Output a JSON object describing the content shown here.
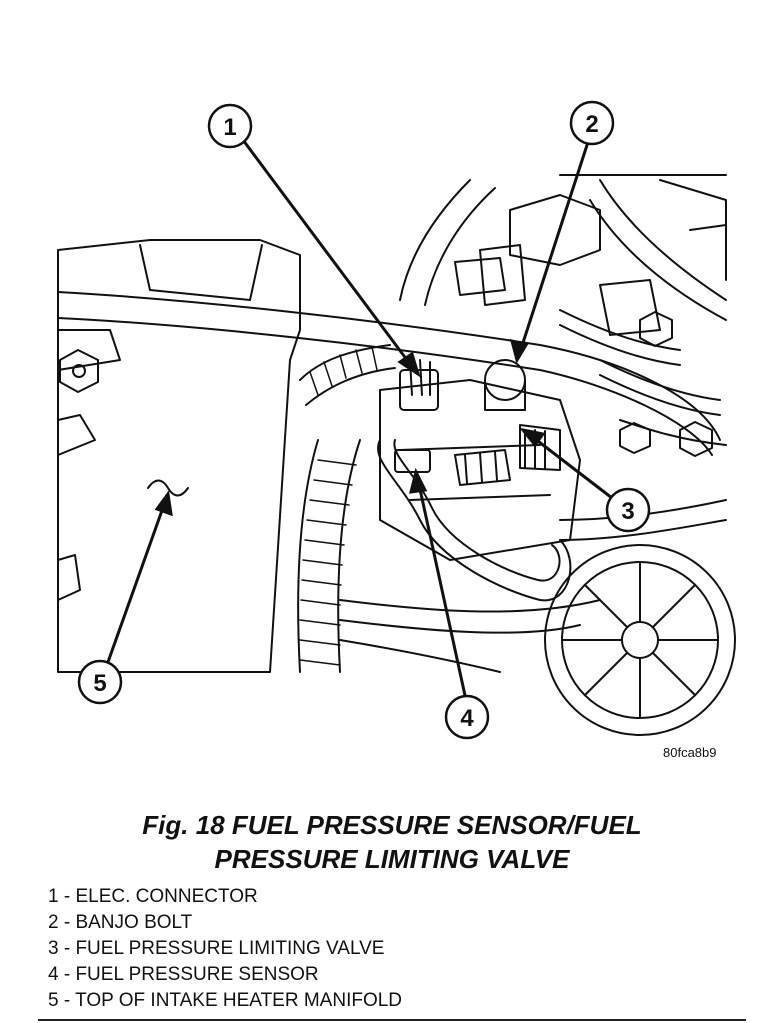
{
  "figure": {
    "callouts": [
      "1",
      "2",
      "3",
      "4",
      "5"
    ],
    "image_id": "80fca8b9"
  },
  "caption": {
    "line1": "Fig. 18 FUEL PRESSURE SENSOR/FUEL",
    "line2": "PRESSURE LIMITING VALVE"
  },
  "legend": [
    "1 - ELEC. CONNECTOR",
    "2 - BANJO BOLT",
    "3 - FUEL PRESSURE LIMITING VALVE",
    "4 - FUEL PRESSURE SENSOR",
    "5 - TOP OF INTAKE HEATER MANIFOLD"
  ]
}
